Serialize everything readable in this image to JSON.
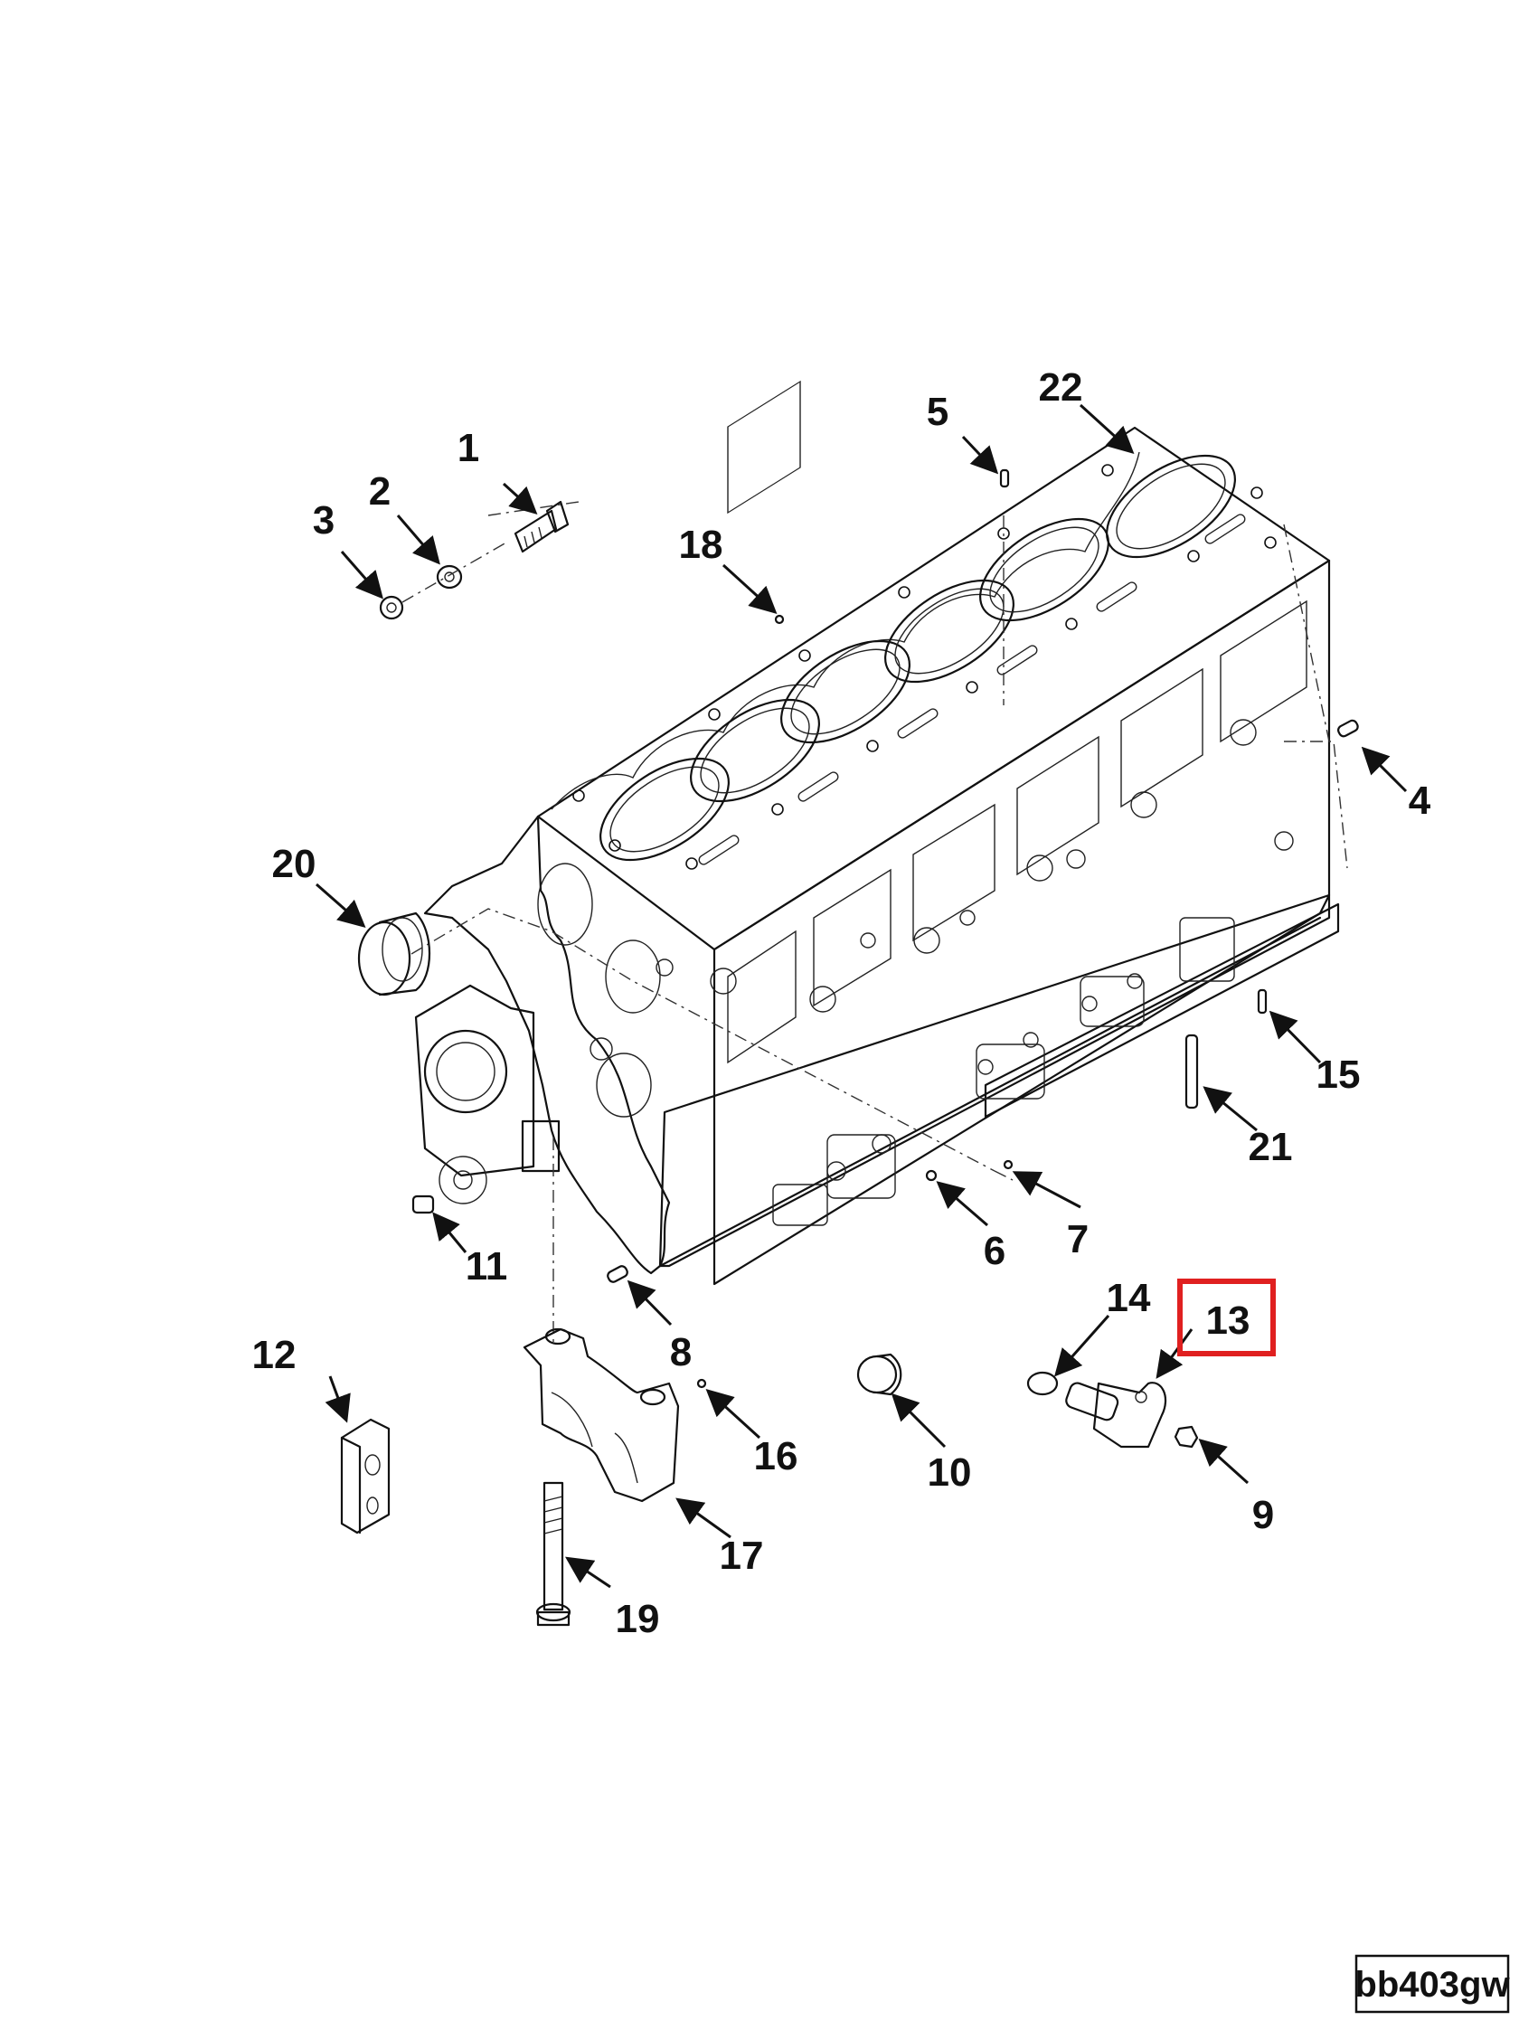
{
  "diagram": {
    "drawing_code": "bb403gw",
    "highlighted_callout": "13",
    "highlight_color": "#e02020",
    "callouts": [
      {
        "id": "1",
        "label": "1"
      },
      {
        "id": "2",
        "label": "2"
      },
      {
        "id": "3",
        "label": "3"
      },
      {
        "id": "4",
        "label": "4"
      },
      {
        "id": "5",
        "label": "5"
      },
      {
        "id": "6",
        "label": "6"
      },
      {
        "id": "7",
        "label": "7"
      },
      {
        "id": "8",
        "label": "8"
      },
      {
        "id": "9",
        "label": "9"
      },
      {
        "id": "10",
        "label": "10"
      },
      {
        "id": "11",
        "label": "11"
      },
      {
        "id": "12",
        "label": "12"
      },
      {
        "id": "13",
        "label": "13"
      },
      {
        "id": "14",
        "label": "14"
      },
      {
        "id": "15",
        "label": "15"
      },
      {
        "id": "16",
        "label": "16"
      },
      {
        "id": "17",
        "label": "17"
      },
      {
        "id": "18",
        "label": "18"
      },
      {
        "id": "19",
        "label": "19"
      },
      {
        "id": "20",
        "label": "20"
      },
      {
        "id": "21",
        "label": "21"
      },
      {
        "id": "22",
        "label": "22"
      }
    ]
  }
}
